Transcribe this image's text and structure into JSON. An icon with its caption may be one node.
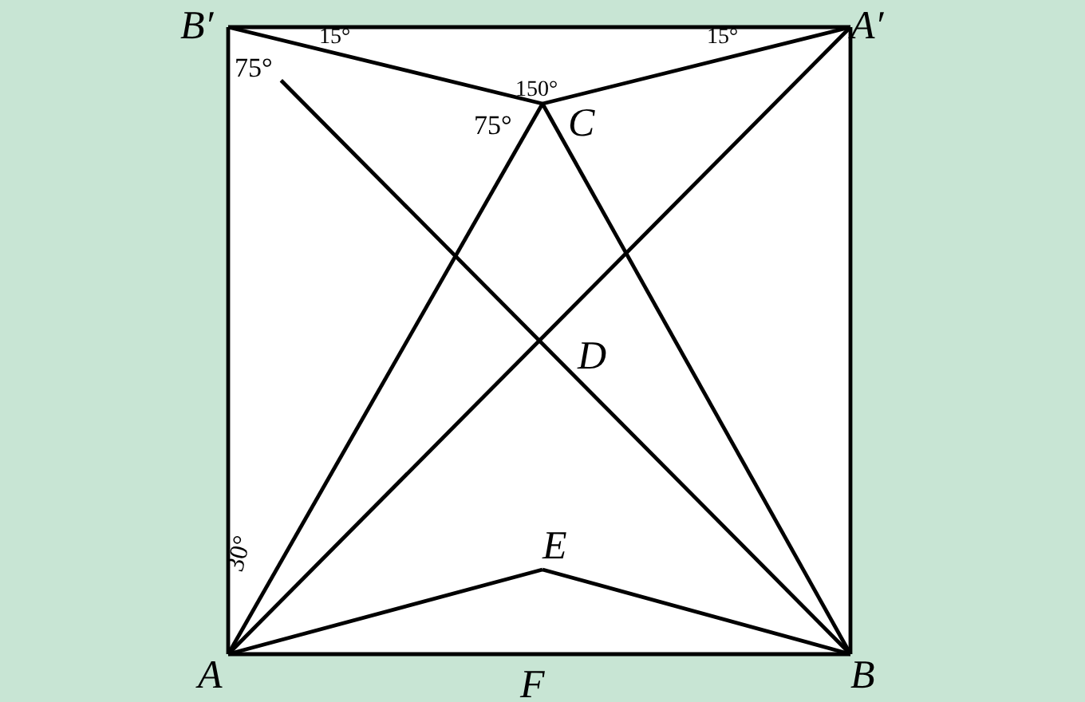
{
  "diagram": {
    "nodes": [
      {
        "text": [
          "A"
        ]
      },
      {
        "text": [
          "B"
        ]
      },
      {
        "text": [
          "A′"
        ]
      },
      {
        "text": [
          "B′"
        ]
      },
      {
        "text": [
          "C"
        ]
      },
      {
        "text": [
          "E"
        ]
      }
    ],
    "edges": [
      {
        "from": 0,
        "to": 1,
        "arrow": "none"
      },
      {
        "from": 1,
        "to": 2,
        "arrow": "none"
      },
      {
        "from": 2,
        "to": 3,
        "arrow": "none"
      },
      {
        "from": 3,
        "to": 0,
        "arrow": "none"
      },
      {
        "from": 3,
        "to": 4,
        "arrow": "none"
      },
      {
        "from": 4,
        "to": 2,
        "arrow": "none"
      },
      {
        "from": 0,
        "to": 4,
        "arrow": "none"
      },
      {
        "from": 4,
        "to": 1,
        "arrow": "none"
      },
      {
        "from": 0,
        "to": 2,
        "arrow": "none"
      },
      {
        "from": 3,
        "to": 1,
        "arrow": "none"
      },
      {
        "from": 0,
        "to": 5,
        "arrow": "none"
      },
      {
        "from": 5,
        "to": 1,
        "arrow": "none"
      }
    ],
    "labels": [
      "15°",
      "15°",
      "150°",
      "75°",
      "75°",
      "D",
      "30°",
      "F"
    ]
  }
}
